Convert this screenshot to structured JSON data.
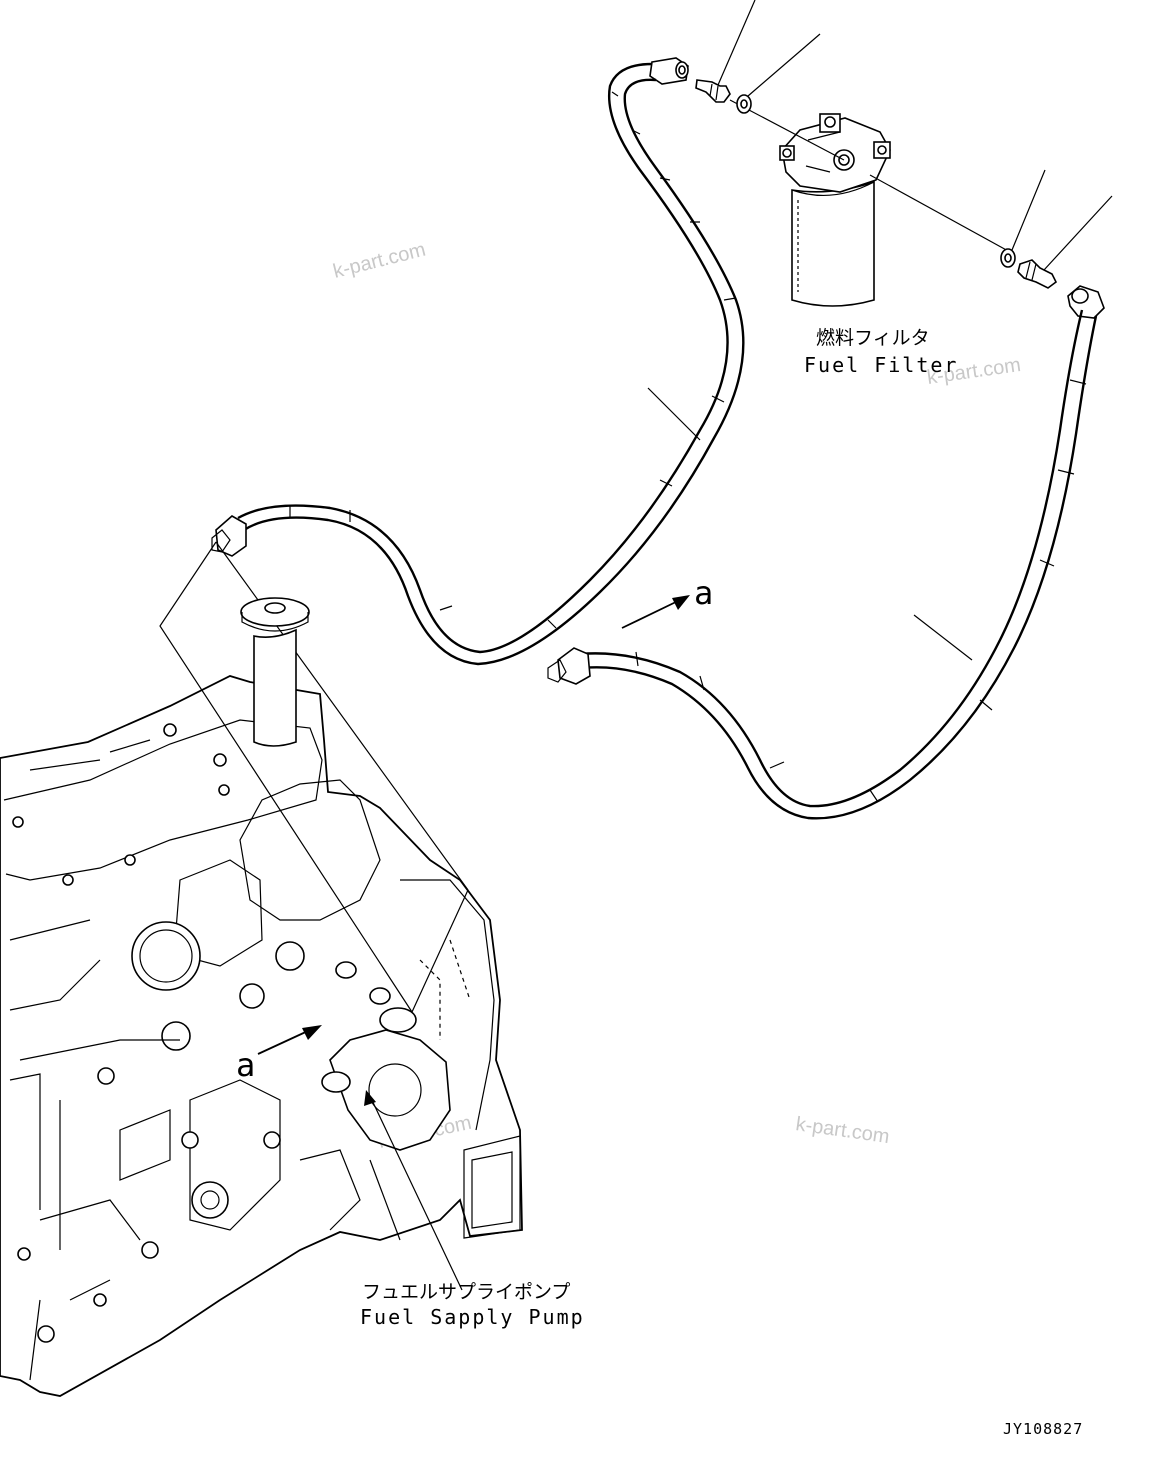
{
  "labels": {
    "fuel_filter_jp": "燃料フィルタ",
    "fuel_filter_en": "Fuel Filter",
    "pump_jp": "フュエルサプライポンプ",
    "pump_en": "Fuel Sapply Pump",
    "view_a_top": "a",
    "view_a_engine": "a",
    "drawing_number": "JY108827"
  },
  "watermarks": [
    "k-part.com",
    "k-part.com",
    "k-part.com",
    "k-part.com"
  ],
  "colors": {
    "line": "#000000",
    "watermark": "#c8c8c8",
    "background": "#ffffff"
  }
}
